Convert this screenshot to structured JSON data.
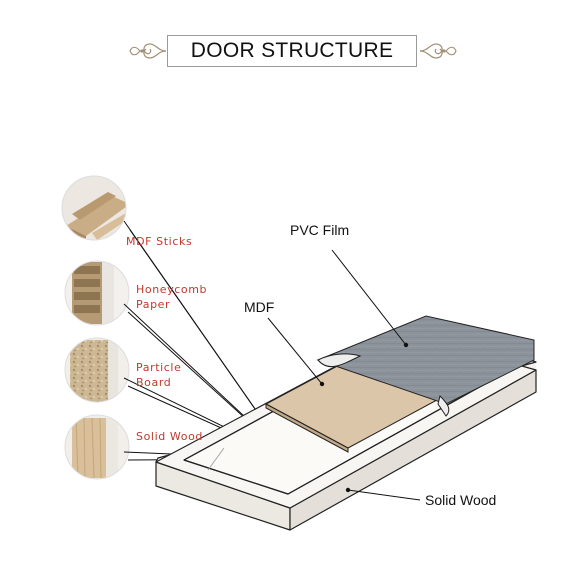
{
  "title": "DOOR STRUCTURE",
  "materials": [
    {
      "label": "MDF Sticks",
      "icon": "mdf-sticks-sample"
    },
    {
      "label": "Honeycomb Paper",
      "icon": "honeycomb-paper-sample"
    },
    {
      "label": "Particle Board",
      "icon": "particle-board-sample"
    },
    {
      "label": "Solid Wood",
      "icon": "solid-wood-sample"
    }
  ],
  "labels": {
    "mdf_sticks": "MDF Sticks",
    "honeycomb_line1": "Honeycomb",
    "honeycomb_line2": "Paper",
    "particle_line1": "Particle",
    "particle_line2": "Board",
    "solid_wood_small": "Solid Wood",
    "pvc_film": "PVC Film",
    "mdf": "MDF",
    "solid_wood": "Solid Wood"
  },
  "colors": {
    "label_red": "#c0392b",
    "pvc_film": "#8a9097",
    "mdf": "#d9c1a4",
    "frame": "#f4f2ee",
    "outline": "#222222"
  }
}
